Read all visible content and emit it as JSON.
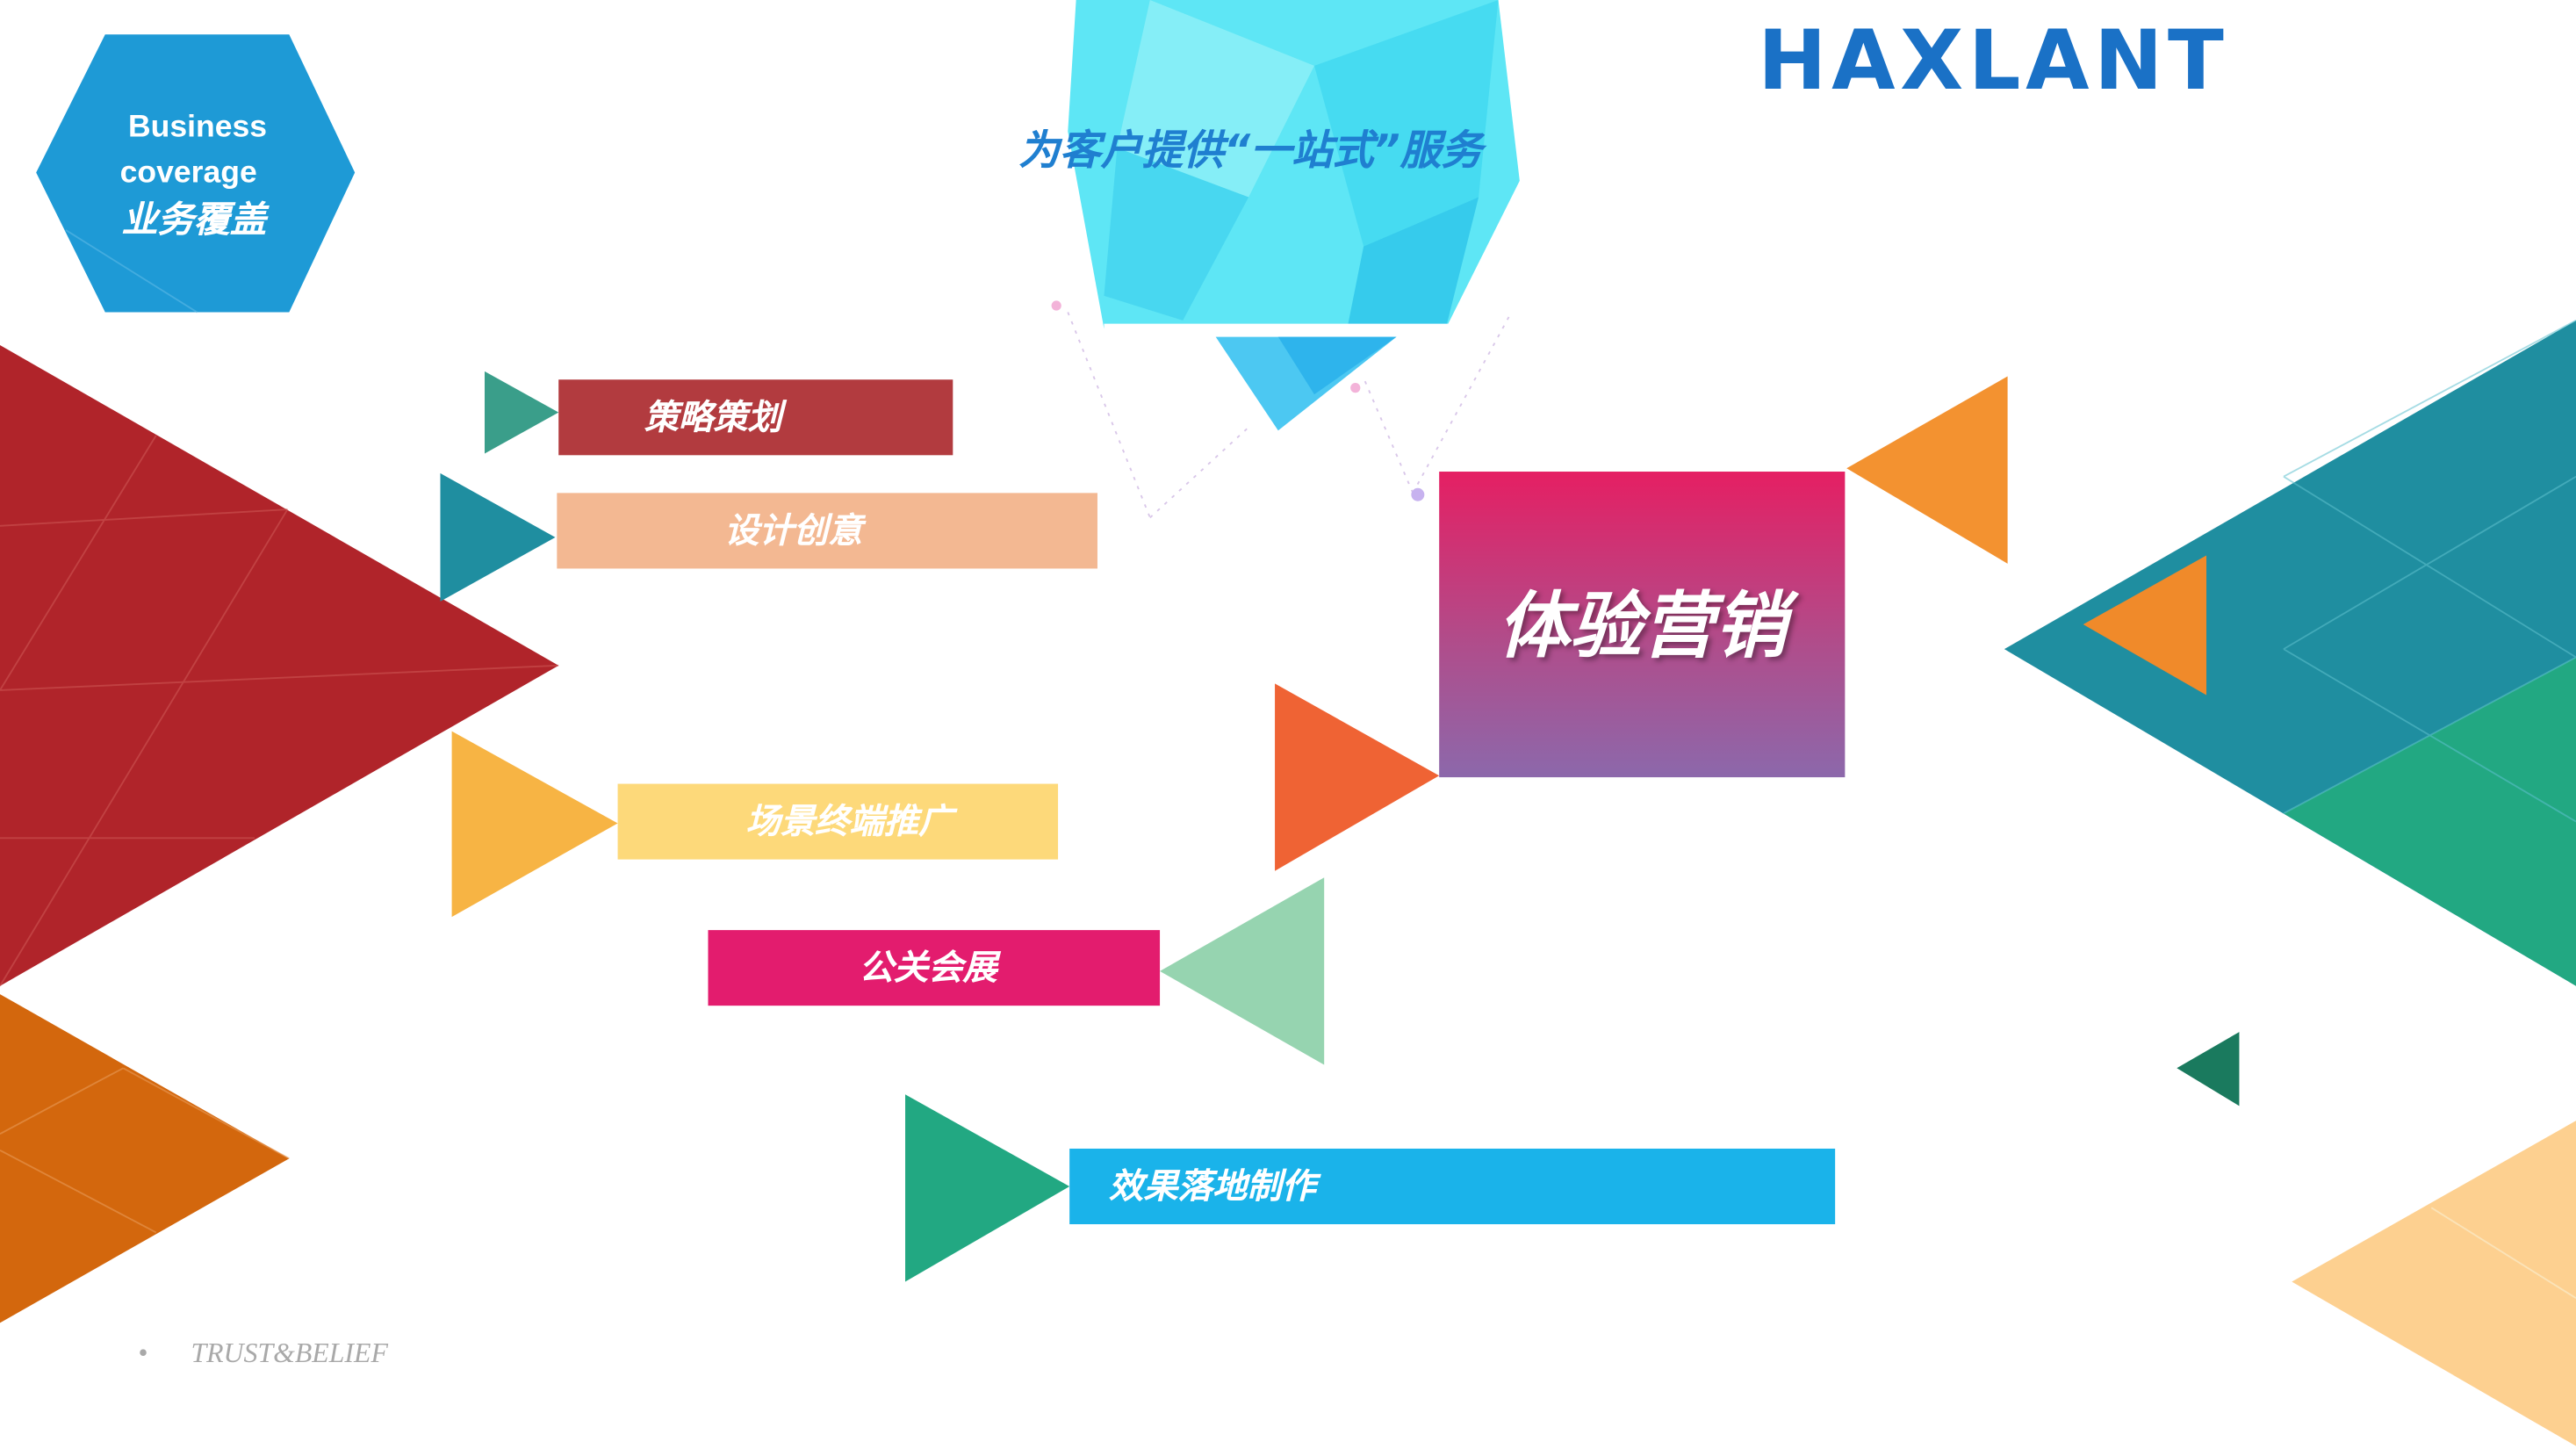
{
  "hexagon": {
    "line1": "Business",
    "line2": "coverage",
    "cn": "业务覆盖"
  },
  "title": "为客户提供“一站式”服务",
  "logo": "HAXLANT",
  "main_box": "体验营销",
  "services": [
    {
      "label": "策略策划",
      "color": "#b23b3f"
    },
    {
      "label": "设计创意",
      "color": "#f3b892"
    },
    {
      "label": "场景终端推广",
      "color": "#fdd97a"
    },
    {
      "label": "公关会展",
      "color": "#e31c6e"
    },
    {
      "label": "效果落地制作",
      "color": "#1ab3ea"
    }
  ],
  "footer": {
    "bullet": "•",
    "text": "TRUST&BELIEF"
  },
  "colors": {
    "brand_blue": "#1a71c6",
    "hex_blue": "#1e9ad6",
    "dark_red": "#b0242a",
    "teal": "#1f8ea0",
    "green": "#22a882",
    "orange": "#f08a2a"
  }
}
